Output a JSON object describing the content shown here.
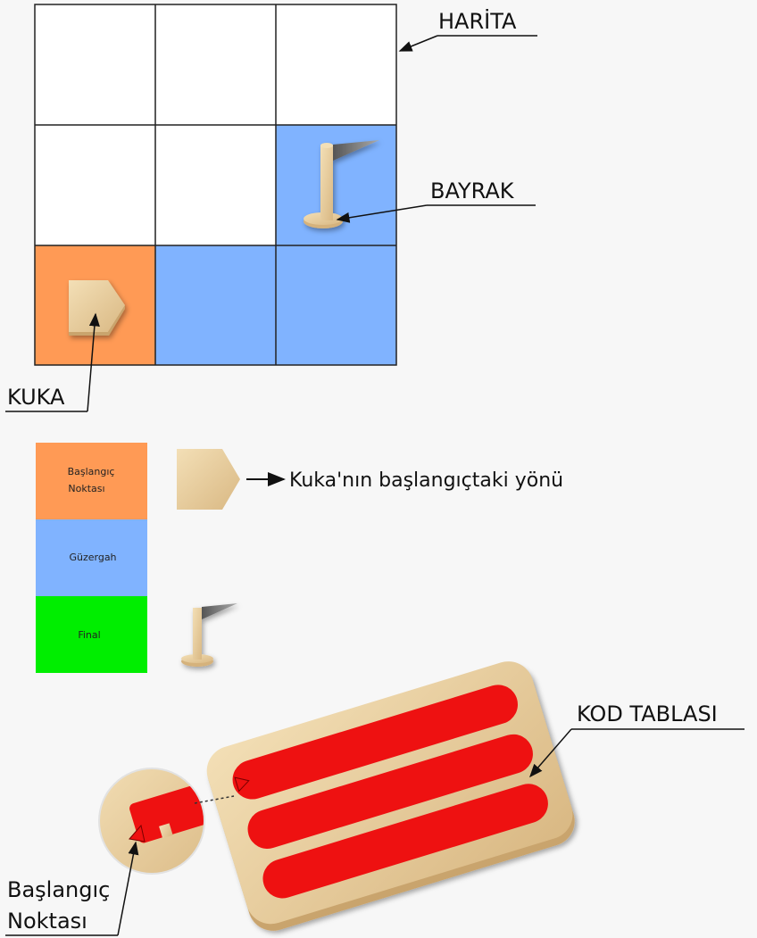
{
  "labels": {
    "map": "HARİTA",
    "flag": "BAYRAK",
    "kuka": "KUKA",
    "code_board": "KOD TABLASI",
    "start_point_line1": "Başlangıç",
    "start_point_line2": "Noktası"
  },
  "legend": {
    "start": {
      "line1": "Başlangıç",
      "line2": "Noktası",
      "color": "#ff9a55"
    },
    "route": {
      "text": "Güzergah",
      "color": "#80b3ff"
    },
    "final": {
      "text": "Final",
      "color": "#00ee00"
    },
    "direction_text": "Kuka'nın başlangıçtaki yönü"
  },
  "grid": {
    "rows": 3,
    "cols": 3,
    "cells": [
      [
        "empty",
        "empty",
        "empty"
      ],
      [
        "empty",
        "empty",
        "route"
      ],
      [
        "start",
        "route",
        "route"
      ]
    ]
  },
  "colors": {
    "start": "#ff9a55",
    "route": "#80b3ff",
    "empty": "#ffffff",
    "wood": "#e8cc9a",
    "slot": "#ee1111"
  }
}
